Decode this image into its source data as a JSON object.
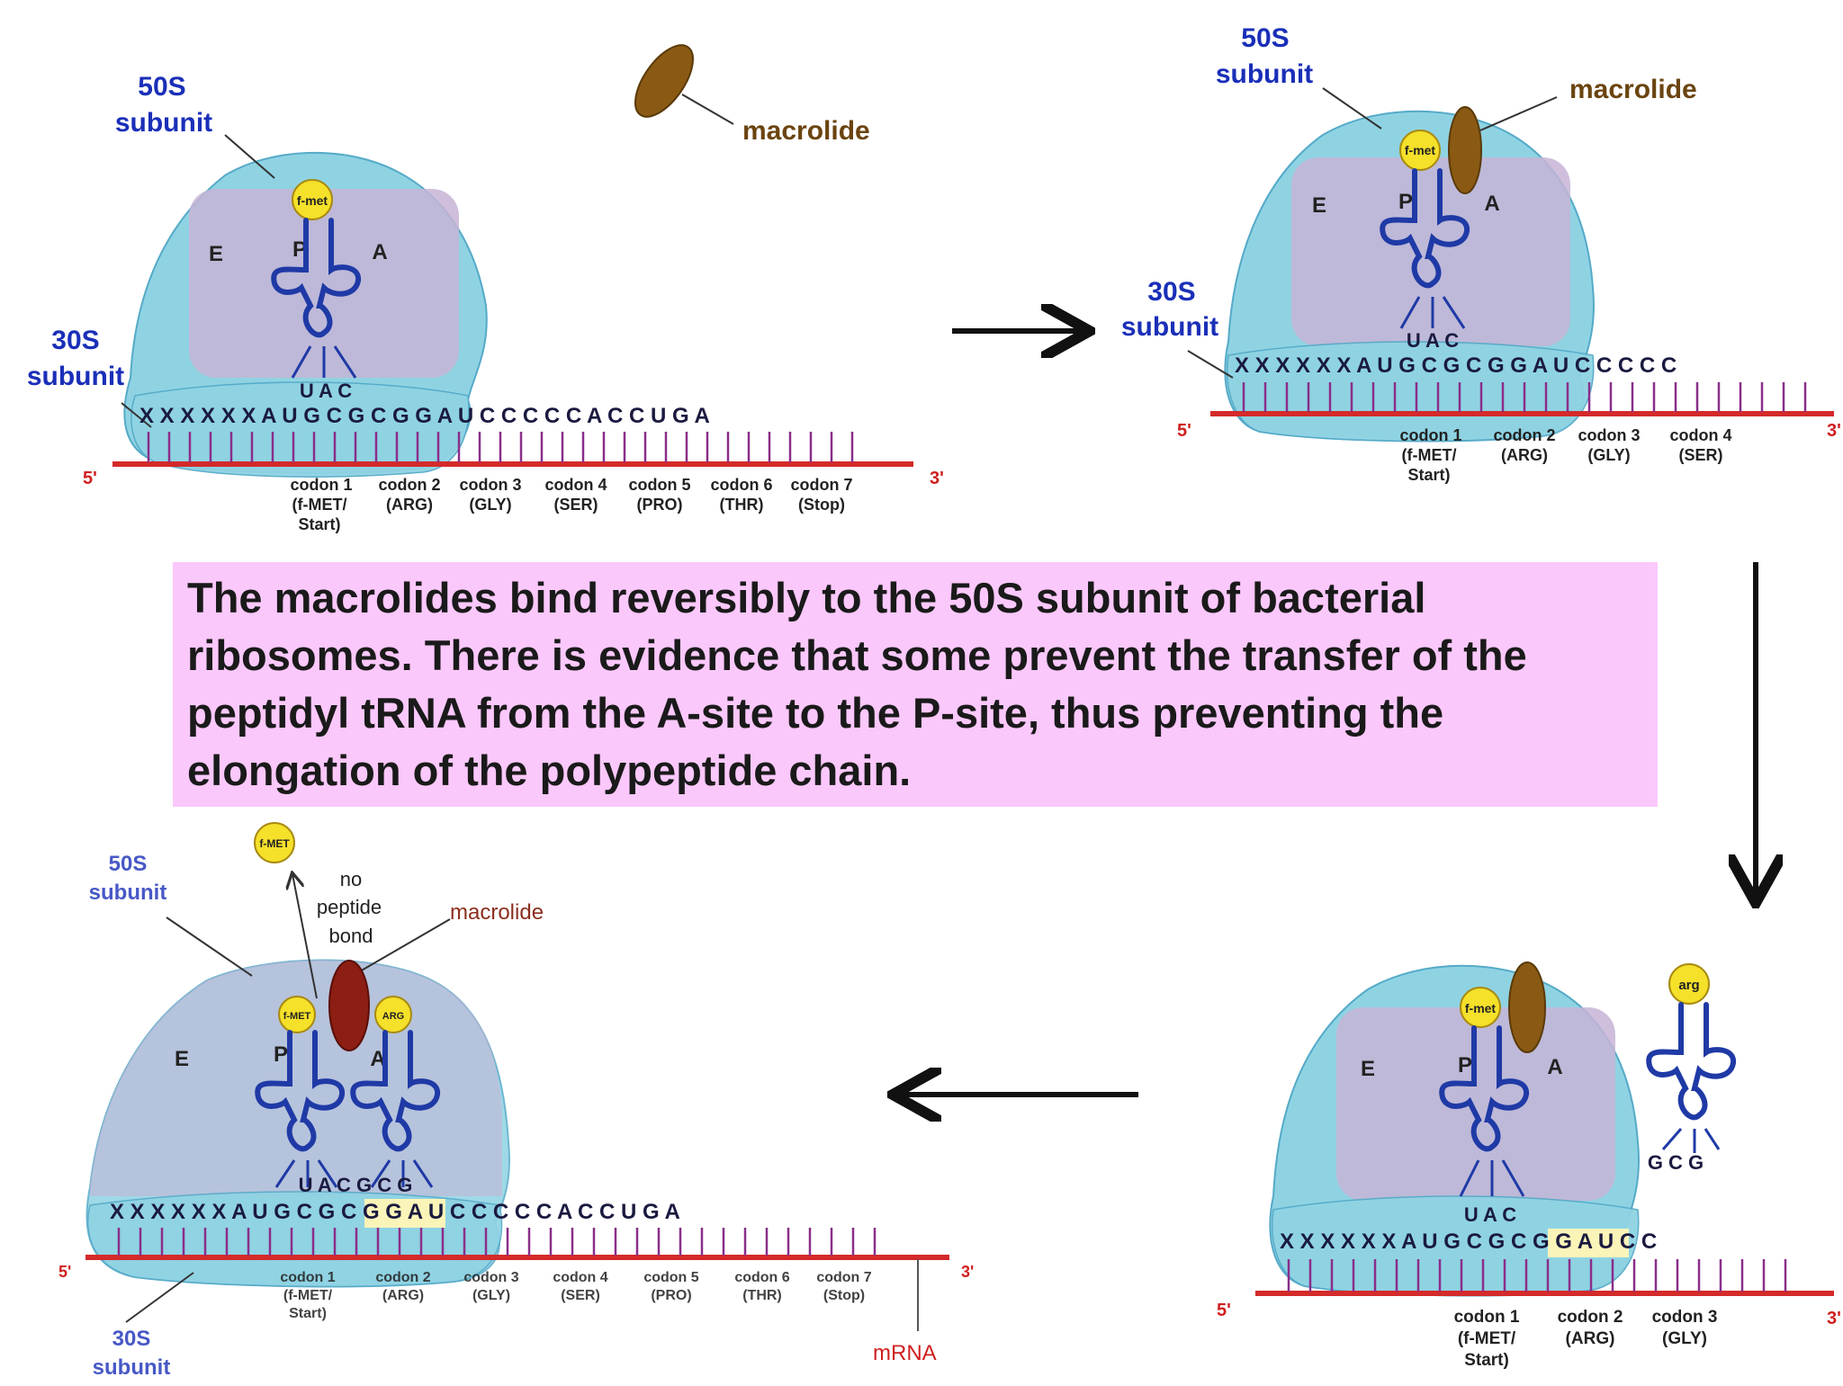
{
  "caption": "The macrolides bind reversibly to the 50S subunit of bacterial ribosomes. There is evidence that some prevent the transfer of the peptidyl tRNA from the A-site to the P-site, thus preventing the elongation of the polypeptide chain.",
  "labels": {
    "s50_line1": "50S",
    "s50_line2": "subunit",
    "s30_line1": "30S",
    "s30_line2": "subunit",
    "macrolide": "macrolide",
    "five_prime": "5'",
    "three_prime": "3'",
    "mrna": "mRNA",
    "site_e": "E",
    "site_p": "P",
    "site_a": "A",
    "fmet": "f-met",
    "fmet_caps": "f-MET",
    "arg": "arg",
    "arg_caps": "ARG",
    "no_peptide_1": "no",
    "no_peptide_2": "peptide",
    "no_peptide_3": "bond"
  },
  "sequences": {
    "anticodon_uac": "U A C",
    "anticodon_uac_gcg": "U A C G C G",
    "anticodon_gcg": "G C G",
    "panel1": "X X X X X X A U G C G C G G A U C C C C C A C C U G A",
    "panel2": "X X X X X X A U G C G C G G A U C C C C C",
    "panel3": "X X X X X X A U G C G C G G A U C C",
    "panel4": "X X X X X X A U G C G C G G A U C C C C C A C C U G A"
  },
  "codons": [
    {
      "name": "codon 1",
      "aa": "(f-MET/",
      "extra": "Start)"
    },
    {
      "name": "codon 2",
      "aa": "(ARG)"
    },
    {
      "name": "codon 3",
      "aa": "(GLY)"
    },
    {
      "name": "codon 4",
      "aa": "(SER)"
    },
    {
      "name": "codon 5",
      "aa": "(PRO)"
    },
    {
      "name": "codon 6",
      "aa": "(THR)"
    },
    {
      "name": "codon 7",
      "aa": "(Stop)"
    }
  ],
  "colors": {
    "ribosome_blue": "#8fd3e3",
    "ribosome_edge": "#55aac8",
    "purple_zone": "#c7b4d6",
    "mrna_red": "#d42a2a",
    "tick_purple": "#8a2e8a",
    "trna_navy": "#1f3aa6",
    "fmet_yellow": "#f5e02a",
    "macrolide_brown": "#8a5a14",
    "macrolide_darkred": "#8c1e14",
    "caption_bg": "#fbc8fb",
    "arrow": "#111111"
  }
}
